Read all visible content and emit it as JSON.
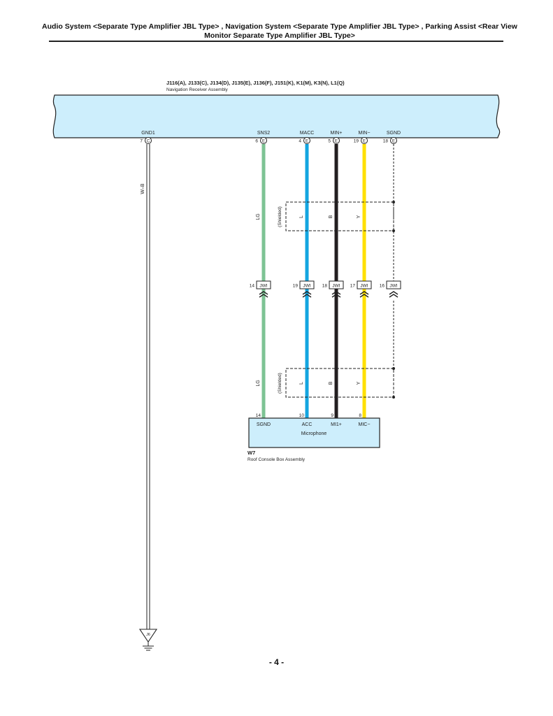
{
  "header": {
    "title_line1": "Audio System <Separate Type Amplifier JBL Type> , Navigation System <Separate Type Amplifier JBL Type> , Parking Assist <Rear View",
    "title_line2": "Monitor Separate Type Amplifier JBL Type>"
  },
  "receiver": {
    "connectors": "J116(A), J133(C), J134(D), J135(E), J136(F), J151(K), K1(M), K3(N), L1(Q)",
    "name": "Navigation Receiver Assembly",
    "fill_color": "#cdeefc"
  },
  "pins": {
    "gnd1": {
      "label": "GND1",
      "number": "7",
      "letter": "C"
    },
    "sns2": {
      "label": "SNS2",
      "number": "6",
      "letter": "E"
    },
    "macc": {
      "label": "MACC",
      "number": "4",
      "letter": "E"
    },
    "minp": {
      "label": "MIN+",
      "number": "5",
      "letter": "E"
    },
    "minm": {
      "label": "MIN−",
      "number": "19",
      "letter": "E"
    },
    "sgnd": {
      "label": "SGND",
      "number": "18",
      "letter": "E"
    }
  },
  "wires": {
    "wb": {
      "color_code": "W–B",
      "color": "#ffffff"
    },
    "lg": {
      "color_code": "LG",
      "color": "#7dc394"
    },
    "l": {
      "color_code": "L",
      "color": "#13a5e0"
    },
    "b": {
      "color_code": "B",
      "color": "#231f20"
    },
    "y": {
      "color_code": "Y",
      "color": "#ffe000"
    }
  },
  "shielded_label": "(Shielded)",
  "junction": {
    "name": "JWI",
    "pins": [
      "14",
      "19",
      "18",
      "17",
      "16"
    ]
  },
  "microphone": {
    "pin_numbers": [
      "14",
      "10",
      "9",
      "8"
    ],
    "pin_labels": [
      "SGND",
      "ACC",
      "MI1+",
      "MIC−"
    ],
    "name": "Microphone",
    "connector": "W7",
    "assembly": "Roof Console Box Assembly"
  },
  "ground": {
    "label": "J6"
  },
  "page": {
    "number": "- 4 -"
  }
}
